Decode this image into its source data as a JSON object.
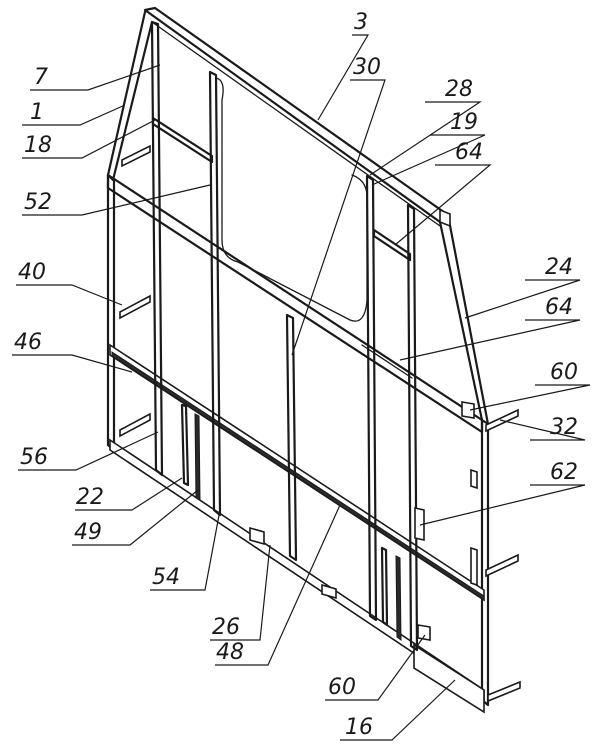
{
  "labels": [
    {
      "id": "7",
      "text": "7"
    },
    {
      "id": "1",
      "text": "1"
    },
    {
      "id": "18",
      "text": "18"
    },
    {
      "id": "52",
      "text": "52"
    },
    {
      "id": "40",
      "text": "40"
    },
    {
      "id": "46",
      "text": "46"
    },
    {
      "id": "56",
      "text": "56"
    },
    {
      "id": "22",
      "text": "22"
    },
    {
      "id": "49",
      "text": "49"
    },
    {
      "id": "54",
      "text": "54"
    },
    {
      "id": "26",
      "text": "26"
    },
    {
      "id": "48",
      "text": "48"
    },
    {
      "id": "3",
      "text": "3"
    },
    {
      "id": "30",
      "text": "30"
    },
    {
      "id": "28",
      "text": "28"
    },
    {
      "id": "19",
      "text": "19"
    },
    {
      "id": "64a",
      "text": "64"
    },
    {
      "id": "24",
      "text": "24"
    },
    {
      "id": "64b",
      "text": "64"
    },
    {
      "id": "60a",
      "text": "60"
    },
    {
      "id": "32",
      "text": "32"
    },
    {
      "id": "62",
      "text": "62"
    },
    {
      "id": "60b",
      "text": "60"
    },
    {
      "id": "16",
      "text": "16"
    }
  ]
}
